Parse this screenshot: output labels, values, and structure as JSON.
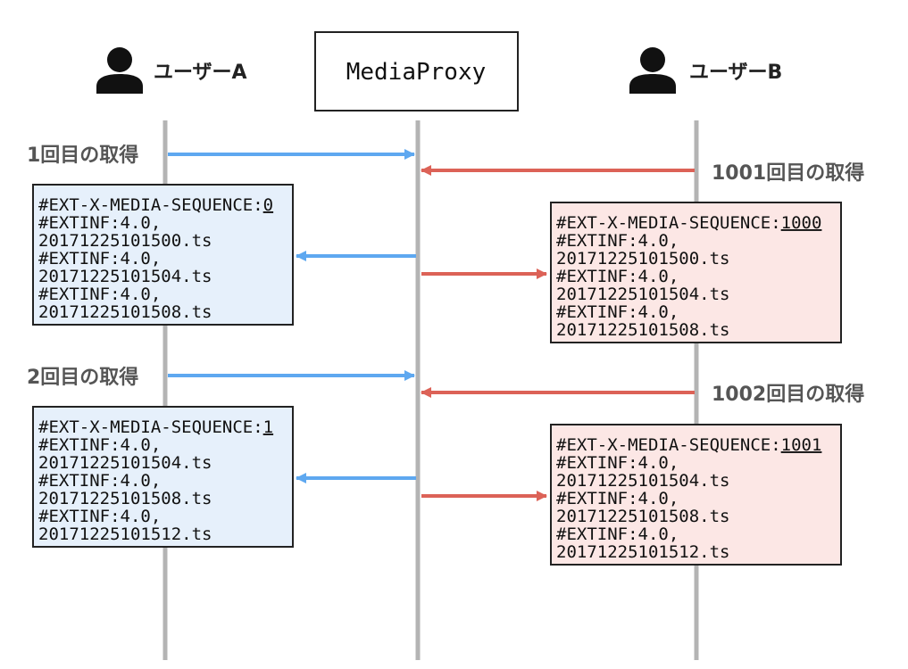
{
  "colors": {
    "client_arrow": "#5ea8f0",
    "server_arrow": "#dc6257",
    "lifeline": "#b4b4b4",
    "client_box_fill": "#e6f0fb",
    "server_box_fill": "#fce7e5"
  },
  "actors": {
    "user_a": {
      "name": "ユーザーA",
      "icon": "person-icon"
    },
    "server": {
      "name": "MediaProxy"
    },
    "user_b": {
      "name": "ユーザーB",
      "icon": "person-icon"
    }
  },
  "exchanges": [
    {
      "user_a_label": "1回目の取得",
      "user_b_label": "1001回目の取得",
      "user_a_playlist": {
        "sequence_prefix": "#EXT-X-MEDIA-SEQUENCE:",
        "sequence_value": "0",
        "lines": [
          "#EXTINF:4.0,",
          "20171225101500.ts",
          "#EXTINF:4.0,",
          "20171225101504.ts",
          "#EXTINF:4.0,",
          "20171225101508.ts"
        ]
      },
      "user_b_playlist": {
        "sequence_prefix": "#EXT-X-MEDIA-SEQUENCE:",
        "sequence_value": "1000",
        "lines": [
          "#EXTINF:4.0,",
          "20171225101500.ts",
          "#EXTINF:4.0,",
          "20171225101504.ts",
          "#EXTINF:4.0,",
          "20171225101508.ts"
        ]
      }
    },
    {
      "user_a_label": "2回目の取得",
      "user_b_label": "1002回目の取得",
      "user_a_playlist": {
        "sequence_prefix": "#EXT-X-MEDIA-SEQUENCE:",
        "sequence_value": "1",
        "lines": [
          "#EXTINF:4.0,",
          "20171225101504.ts",
          "#EXTINF:4.0,",
          "20171225101508.ts",
          "#EXTINF:4.0,",
          "20171225101512.ts"
        ]
      },
      "user_b_playlist": {
        "sequence_prefix": "#EXT-X-MEDIA-SEQUENCE:",
        "sequence_value": "1001",
        "lines": [
          "#EXTINF:4.0,",
          "20171225101504.ts",
          "#EXTINF:4.0,",
          "20171225101508.ts",
          "#EXTINF:4.0,",
          "20171225101512.ts"
        ]
      }
    }
  ]
}
